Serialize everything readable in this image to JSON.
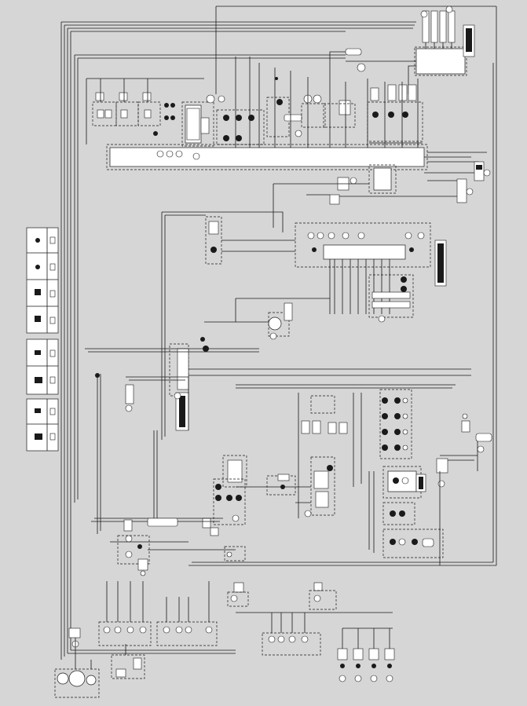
{
  "diagram": {
    "type": "wiring-diagram",
    "background": "#d6d6d6",
    "wire_color": "#1a1a1a",
    "component_fill": "#ffffff"
  },
  "legend": {
    "panels": [
      {
        "rows": 4
      },
      {
        "rows": 2
      },
      {
        "rows": 2
      }
    ]
  }
}
